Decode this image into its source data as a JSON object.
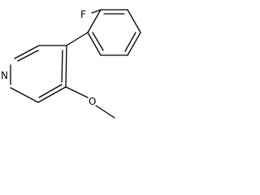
{
  "molecule": {
    "atoms": {
      "fluorine": "F",
      "nitrogen": "N",
      "oxygen": "O"
    }
  },
  "colors": {
    "bond": "#000000",
    "label": "#000000",
    "background": "#ffffff"
  }
}
